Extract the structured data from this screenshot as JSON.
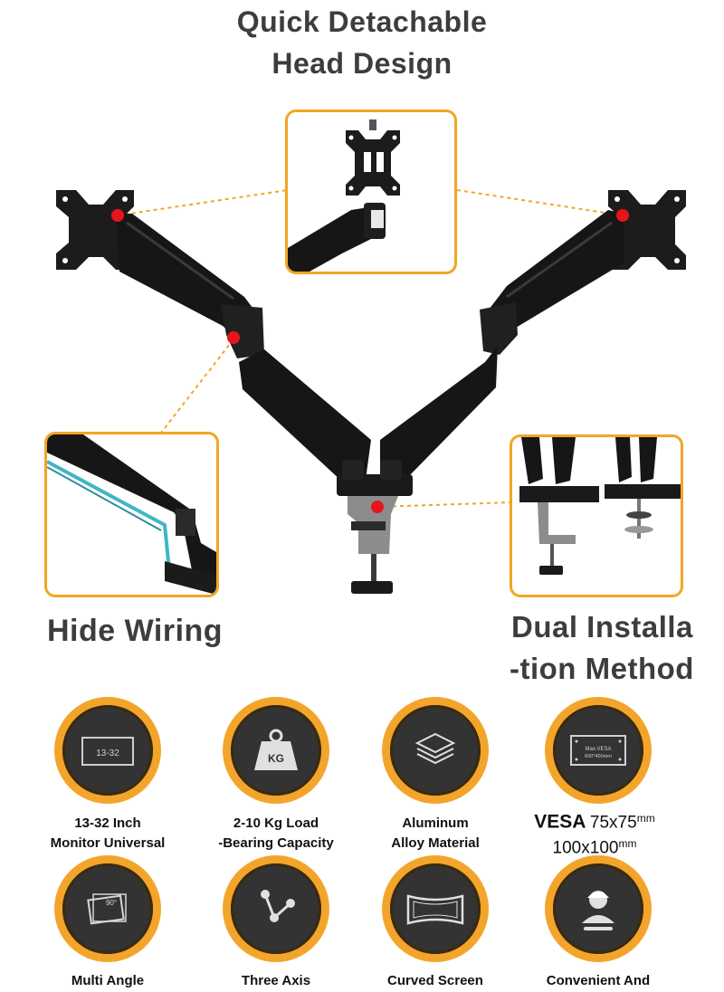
{
  "headings": {
    "title_line1": "Quick Detachable",
    "title_line2": "Head Design",
    "hide_wiring": "Hide Wiring",
    "dual_line1": "Dual Installa",
    "dual_line2": "-tion Method"
  },
  "features": [
    {
      "icon": "screen-size-icon",
      "icon_text": "13-32",
      "line1": "13-32 Inch",
      "line2": "Monitor Universal"
    },
    {
      "icon": "weight-icon",
      "icon_text": "KG",
      "line1": "2-10 Kg Load",
      "line2": "-Bearing Capacity"
    },
    {
      "icon": "aluminum-layers-icon",
      "line1": "Aluminum",
      "line2": "Alloy Material"
    },
    {
      "icon": "vesa-plate-icon",
      "icon_text1": "Max.VESA",
      "icon_text2": "600*400mm",
      "vesa_label": "VESA",
      "vesa_size1": "75x75",
      "vesa_size2": "100x100",
      "unit": "mm"
    },
    {
      "icon": "rotation-angle-icon",
      "icon_text": "90°",
      "line1": "Multi Angle"
    },
    {
      "icon": "three-axis-icon",
      "line1": "Three Axis"
    },
    {
      "icon": "curved-screen-icon",
      "line1": "Curved Screen"
    },
    {
      "icon": "technician-icon",
      "line1": "Convenient And"
    }
  ],
  "colors": {
    "accent": "#f2a623",
    "badge_dark": "#333333",
    "marker": "#e8141b",
    "cable": "#3fb6c6"
  }
}
